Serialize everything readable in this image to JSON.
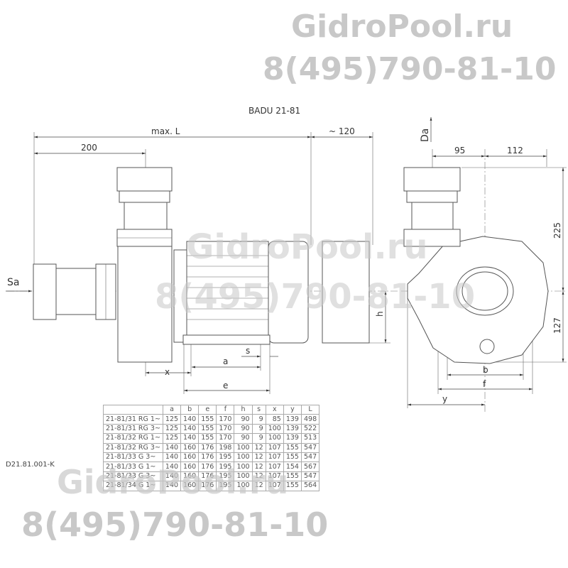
{
  "title": "BADU 21-81",
  "drawing_code": "D21.81.001-K",
  "watermark": {
    "site": "GidroPool.ru",
    "phone": "8(495)790-81-10"
  },
  "dimensions": {
    "max_l": "max. L",
    "approx_120": "~ 120",
    "d200": "200",
    "sa": "Sa",
    "da": "Da",
    "d95": "95",
    "d112": "112",
    "d225": "225",
    "d127": "127",
    "a": "a",
    "b": "b",
    "e": "e",
    "f": "f",
    "h": "h",
    "s": "s",
    "x": "x",
    "y": "y"
  },
  "table": {
    "headers": [
      "",
      "a",
      "b",
      "e",
      "f",
      "h",
      "s",
      "x",
      "y",
      "L"
    ],
    "rows": [
      [
        "21-81/31 RG 1~",
        "125",
        "140",
        "155",
        "170",
        "90",
        "9",
        "85",
        "139",
        "498"
      ],
      [
        "21-81/31 RG 3~",
        "125",
        "140",
        "155",
        "170",
        "90",
        "9",
        "100",
        "139",
        "522"
      ],
      [
        "21-81/32 RG 1~",
        "125",
        "140",
        "155",
        "170",
        "90",
        "9",
        "100",
        "139",
        "513"
      ],
      [
        "21-81/32 RG 3~",
        "140",
        "160",
        "176",
        "198",
        "100",
        "12",
        "107",
        "155",
        "547"
      ],
      [
        "21-81/33 G  3~",
        "140",
        "160",
        "176",
        "195",
        "100",
        "12",
        "107",
        "155",
        "547"
      ],
      [
        "21-81/33 G  1~",
        "140",
        "160",
        "176",
        "195",
        "100",
        "12",
        "107",
        "154",
        "567"
      ],
      [
        "21-81/33 G  3~",
        "140",
        "160",
        "176",
        "195",
        "100",
        "12",
        "107",
        "155",
        "547"
      ],
      [
        "21-81/34 G  1~",
        "140",
        "160",
        "176",
        "195",
        "100",
        "12",
        "107",
        "155",
        "564"
      ]
    ]
  }
}
